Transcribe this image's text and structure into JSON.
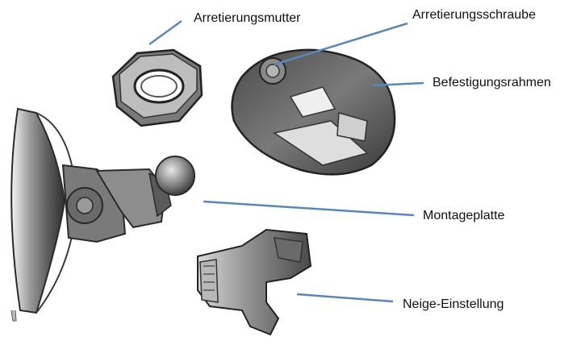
{
  "labels": {
    "arretierungsmutter": "Arretierungsmutter",
    "arretierungsschraube": "Arretierungsschraube",
    "befestigungsrahmen": "Befestigungsrahmen",
    "montageplatte": "Montageplatte",
    "neige_einstellung": "Neige-Einstellung"
  },
  "colors": {
    "leader_line": "#5b86b8",
    "part_dark": "#3a3a3a",
    "part_mid": "#8a8a8a",
    "part_light": "#cfcfcf"
  }
}
